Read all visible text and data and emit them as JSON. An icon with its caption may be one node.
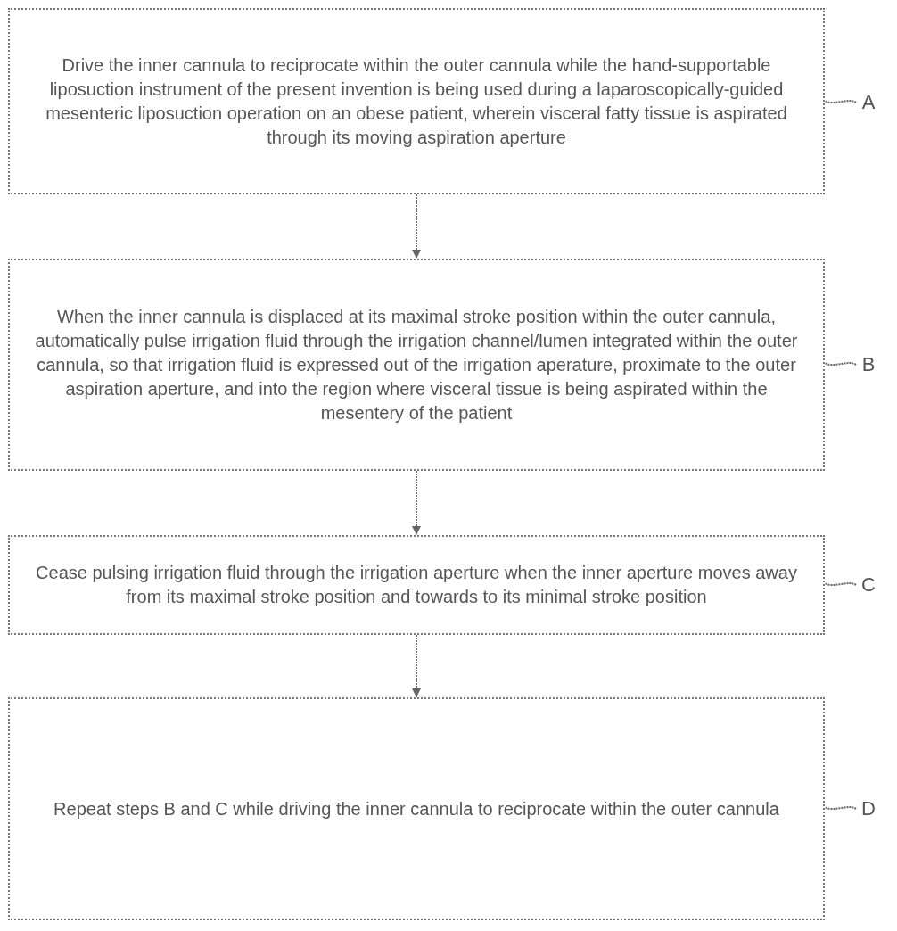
{
  "diagram": {
    "nodes": [
      {
        "text": [
          "Drive the inner cannula to reciprocate within the outer cannula while the hand-supportable liposuction instrument of the present invention is being used during a laparoscopically-guided mesenteric liposuction operation on an obese patient, wherein visceral fatty tissue is aspirated through its moving aspiration aperture"
        ]
      },
      {
        "text": [
          "When the inner cannula is displaced at its maximal stroke position within the outer cannula, automatically pulse irrigation fluid through the irrigation channel/lumen integrated within the outer cannula, so that irrigation fluid is expressed out of the irrigation aperature, proximate to the outer aspiration aperture, and into the region where visceral tissue is being aspirated within the mesentery of the patient"
        ]
      },
      {
        "text": [
          "Cease pulsing irrigation fluid through the irrigation aperture when the inner aperture moves away from its maximal stroke position and towards to its minimal stroke position"
        ]
      },
      {
        "text": [
          "Repeat steps B and C while driving the inner cannula to reciprocate within the outer cannula"
        ]
      },
      {
        "text": [
          "A"
        ]
      },
      {
        "text": [
          "B"
        ]
      },
      {
        "text": [
          "C"
        ]
      },
      {
        "text": [
          "D"
        ]
      }
    ],
    "edges": [
      {
        "from": 0,
        "to": 1,
        "arrow": "to"
      },
      {
        "from": 1,
        "to": 2,
        "arrow": "to"
      },
      {
        "from": 2,
        "to": 3,
        "arrow": "to"
      },
      {
        "from": 4,
        "to": 0,
        "arrow": "none"
      },
      {
        "from": 5,
        "to": 1,
        "arrow": "none"
      },
      {
        "from": 6,
        "to": 2,
        "arrow": "none"
      },
      {
        "from": 7,
        "to": 3,
        "arrow": "none"
      }
    ]
  }
}
